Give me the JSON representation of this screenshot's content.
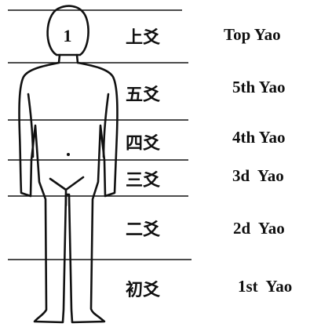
{
  "levels": [
    {
      "zh": "上爻",
      "en": "Top Yao"
    },
    {
      "zh": "五爻",
      "en": "5th Yao"
    },
    {
      "zh": "四爻",
      "en": "4th Yao"
    },
    {
      "zh": "三爻",
      "en": "3d  Yao"
    },
    {
      "zh": "二爻",
      "en": "2d  Yao"
    },
    {
      "zh": "初爻",
      "en": "1st  Yao"
    }
  ],
  "figure": {
    "head_mark": "1"
  }
}
